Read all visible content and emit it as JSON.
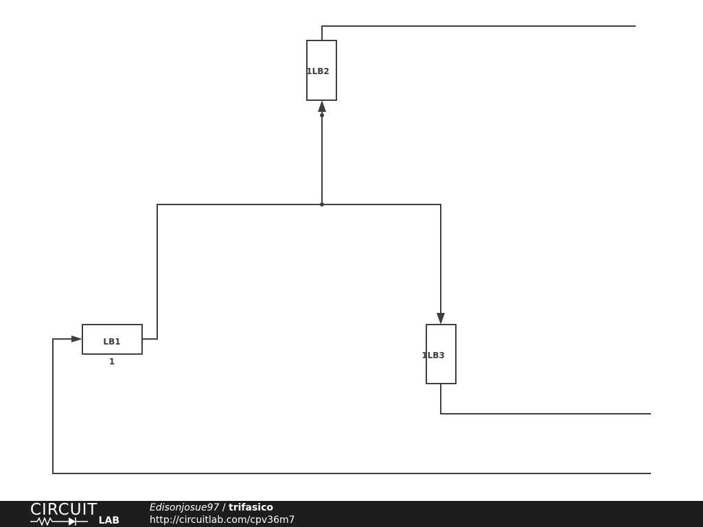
{
  "schematic": {
    "components": [
      {
        "name": "LB1",
        "designator": "1"
      },
      {
        "name": "1LB2"
      },
      {
        "name": "1LB3"
      }
    ]
  },
  "footer": {
    "logo_top": "CIRCUIT",
    "logo_bottom": "LAB",
    "author": "Edisonjosue97",
    "separator": " / ",
    "title": "trifasico",
    "url": "http://circuitlab.com/cpv36m7"
  }
}
